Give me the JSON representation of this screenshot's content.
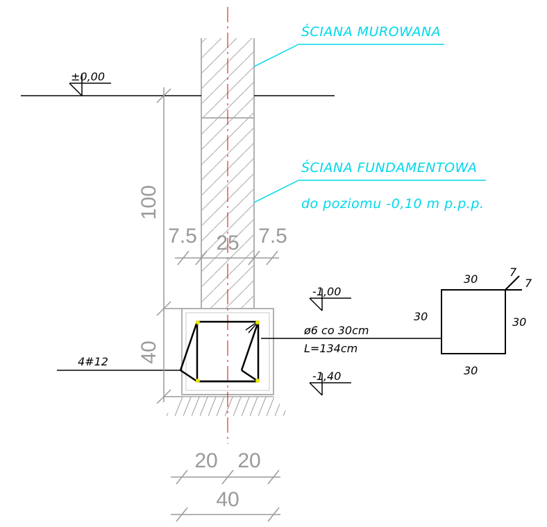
{
  "labels": {
    "wall_masonry": "ŚCIANA MUROWANA",
    "wall_foundation": "ŚCIANA FUNDAMENTOWA",
    "wall_foundation_note": "do poziomu -0,10 m p.p.p.",
    "level_zero": "±0,00",
    "level_footing_top": "-1,00",
    "level_footing_bottom": "-1,40",
    "stirrup_spec": "ø6 co 30cm",
    "stirrup_length": "L=134cm",
    "main_rebar": "4#12"
  },
  "dimensions": {
    "wall_height": "100",
    "footing_height": "40",
    "offset_left": "7.5",
    "wall_width": "25",
    "offset_right": "7.5",
    "half_left": "20",
    "half_right": "20",
    "footing_width": "40"
  },
  "stirrup_detail": {
    "top": "30",
    "left": "30",
    "right": "30",
    "bottom": "30",
    "hook_a": "7",
    "hook_b": "7"
  },
  "colors": {
    "leader": "#00d8e8",
    "axis": "#e00000",
    "outline": "#b0b0b0",
    "dimension": "#9a9a9a",
    "ink": "#000000",
    "rebar_dot": "#e6e600"
  }
}
